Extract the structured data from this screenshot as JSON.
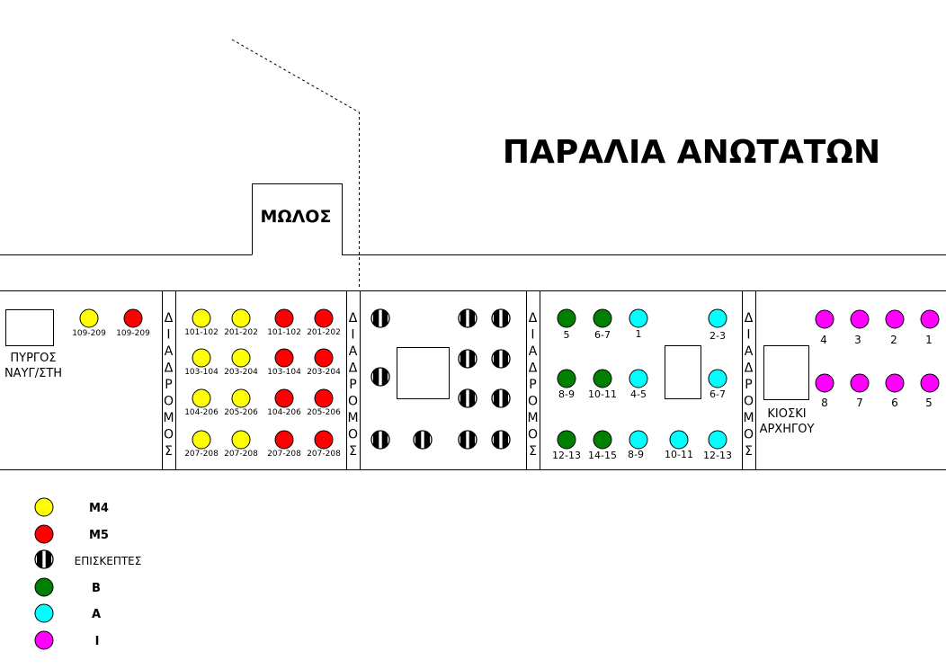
{
  "title": "ΠΑΡΑΛΙΑ ΑΝΩΤΑΤΩΝ",
  "pier_label": "ΜΩΛΟΣ",
  "corridor_label": "ΔΙΑΔΡΟΜΟΣ",
  "tower_label": [
    "ΠΥΡΓΟΣ",
    "ΝΑΥΓ/ΣΤΗ"
  ],
  "kiosk_label": [
    "ΚΙΟΣΚΙ",
    "ΑΡΧΗΓΟΥ"
  ],
  "legend": [
    {
      "label": "M4",
      "color": "#ffff00"
    },
    {
      "label": "M5",
      "color": "#ff0000"
    },
    {
      "label": "ΕΠΙΣΚΕΠΤΕΣ",
      "icon": "striped-circle-icon"
    },
    {
      "label": "B",
      "color": "#008000"
    },
    {
      "label": "A",
      "color": "#00ffff"
    },
    {
      "label": "I",
      "color": "#ff00ff"
    }
  ],
  "zones": {
    "tower": {
      "seats": [
        "109-209",
        "109-209"
      ]
    },
    "m": {
      "rows": [
        [
          "101-102",
          "201-202",
          "101-102",
          "201-202"
        ],
        [
          "103-104",
          "203-204",
          "103-104",
          "203-204"
        ],
        [
          "104-206",
          "205-206",
          "104-206",
          "205-206"
        ],
        [
          "207-208",
          "207-208",
          "207-208",
          "207-208"
        ]
      ]
    },
    "ab": {
      "rows": [
        [
          "5",
          "6-7",
          "1",
          "2-3"
        ],
        [
          "8-9",
          "10-11",
          "4-5",
          "6-7"
        ],
        [
          "12-13",
          "14-15",
          "8-9",
          "10-11",
          "12-13"
        ]
      ]
    },
    "i": {
      "rows": [
        [
          "4",
          "3",
          "2",
          "1"
        ],
        [
          "8",
          "7",
          "6",
          "5"
        ]
      ]
    }
  }
}
